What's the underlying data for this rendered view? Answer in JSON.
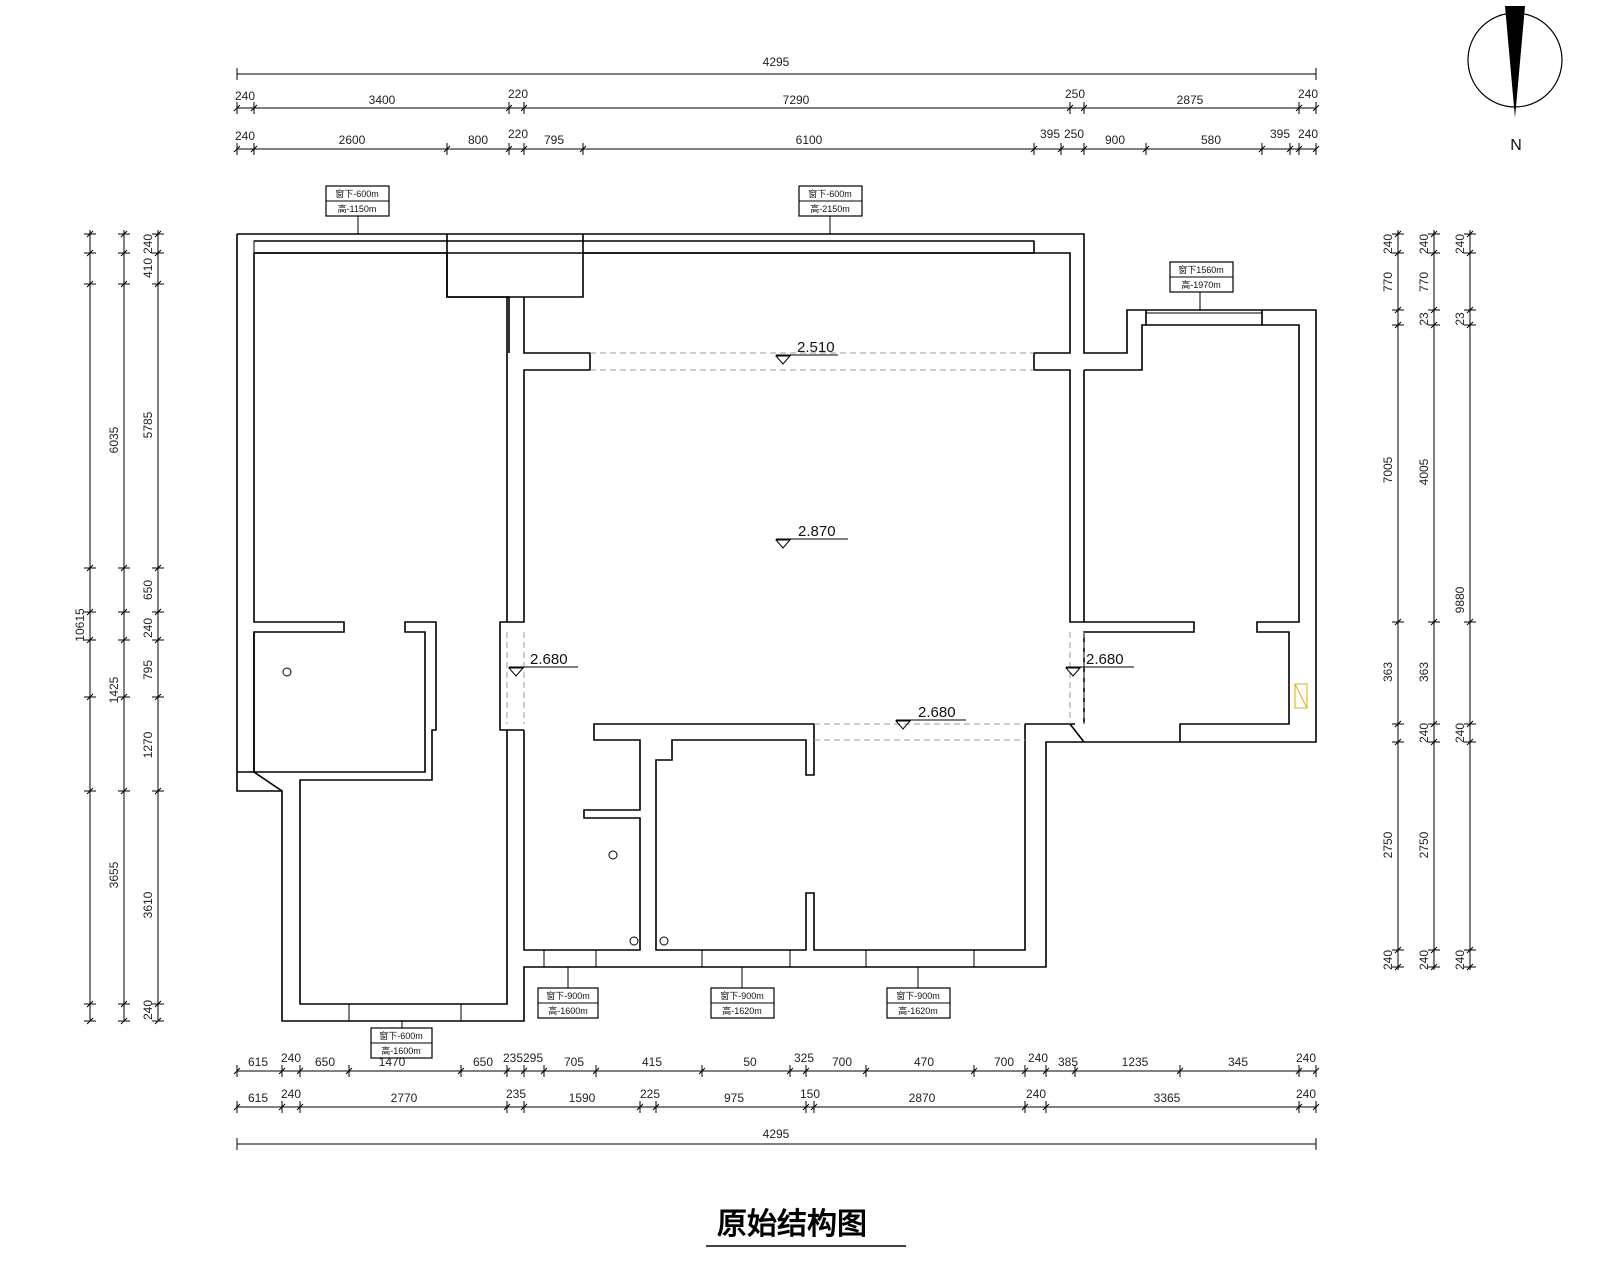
{
  "title": "原始结构图",
  "north_label": "N",
  "dims": {
    "top_total": "4295",
    "top_row1": [
      "240",
      "3400",
      "220",
      "7290",
      "250",
      "2875",
      "240"
    ],
    "top_row2": [
      "240",
      "2600",
      "800",
      "220",
      "795",
      "6100",
      "395",
      "250",
      "900",
      "580",
      "395",
      "240"
    ],
    "bottom_row1": [
      "615",
      "240",
      "650",
      "1470",
      "650",
      "235",
      "295",
      "705",
      "415",
      "50",
      "325",
      "700",
      "470",
      "700",
      "240",
      "385",
      "1235",
      "345",
      "240"
    ],
    "bottom_row2": [
      "615",
      "240",
      "2770",
      "235",
      "1590",
      "225",
      "975",
      "150",
      "2870",
      "240",
      "3365",
      "240"
    ],
    "bottom_total": "4295",
    "left_total": "10615",
    "left_outer": [
      "6035",
      "1425",
      "3655"
    ],
    "left_inner": [
      "240",
      "410",
      "5785",
      "650",
      "240",
      "795",
      "1270",
      "3610",
      "240"
    ],
    "right_outer": [
      "240",
      "770",
      "7005",
      "363",
      "2750",
      "240"
    ],
    "right_inner": [
      "240",
      "770",
      "23",
      "4005",
      "363",
      "240",
      "2750",
      "240"
    ],
    "right_total": [
      "240",
      "23",
      "9880",
      "240",
      "240"
    ]
  },
  "elevations": [
    "2.510",
    "2.870",
    "2.680",
    "2.680",
    "2.680"
  ],
  "window_tags": [
    {
      "line1": "窗下-600m",
      "line2": "高-1150m"
    },
    {
      "line1": "窗下-600m",
      "line2": "高-2150m"
    },
    {
      "line1": "窗下1560m",
      "line2": "高-1970m"
    },
    {
      "line1": "窗下-900m",
      "line2": "高-1600m"
    },
    {
      "line1": "窗下-900m",
      "line2": "高-1620m"
    },
    {
      "line1": "窗下-900m",
      "line2": "高-1620m"
    },
    {
      "line1": "窗下-600m",
      "line2": "高-1600m"
    }
  ]
}
